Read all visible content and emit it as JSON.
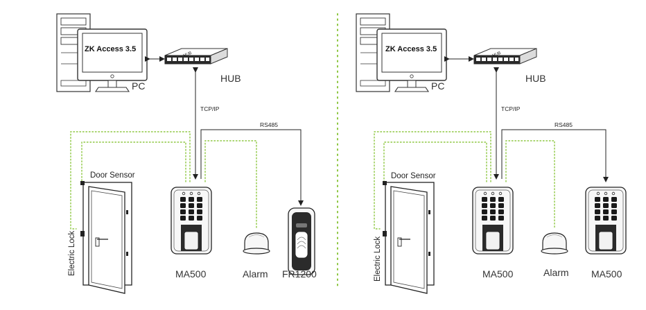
{
  "left": {
    "software": "ZK Access 3.5",
    "pc": "PC",
    "hub": "HUB",
    "hub_front": "HUB",
    "tcpip": "TCP/IP",
    "rs485": "RS485",
    "door_sensor": "Door Sensor",
    "electric_lock": "Electric Lock",
    "device1": "MA500",
    "alarm": "Alarm",
    "device2": "FR1200"
  },
  "right": {
    "software": "ZK Access 3.5",
    "pc": "PC",
    "hub": "HUB",
    "hub_front": "HUB",
    "tcpip": "TCP/IP",
    "rs485": "RS485",
    "door_sensor": "Door Sensor",
    "electric_lock": "Electric Lock",
    "device1": "MA500",
    "alarm": "Alarm",
    "device2": "MA500"
  },
  "colors": {
    "line": "#222222",
    "dotted": "#8cc63f",
    "divider": "#8cc63f",
    "device_fill": "#f7f7f7"
  }
}
